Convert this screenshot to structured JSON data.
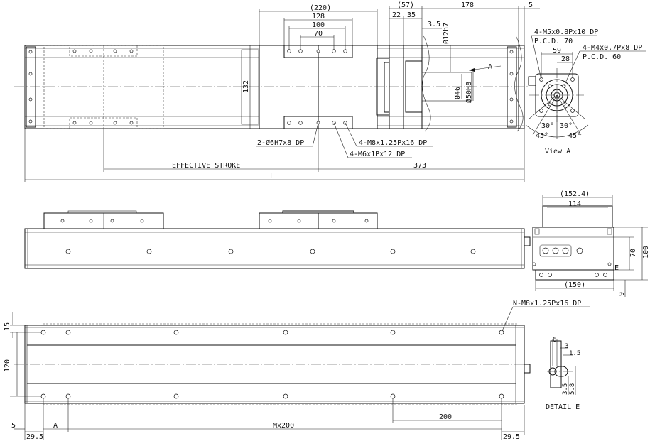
{
  "top_view": {
    "dim_220": "(220)",
    "dim_128": "128",
    "dim_100": "100",
    "dim_70": "70",
    "dim_57": "(57)",
    "dim_22": "22",
    "dim_35": "35",
    "dim_178": "178",
    "dim_5": "5",
    "dim_3_5": "3.5",
    "dim_12h7": "Ø12h7",
    "dim_46": "Ø46",
    "dim_50h8": "Ø50H8",
    "dim_132": "132",
    "arrow_a": "A",
    "note_pin": "2-Ø6H7x8 DP",
    "note_m8": "4-M8x1.25Px16 DP",
    "note_m6": "4-M6x1Px12 DP",
    "effective_stroke": "EFFECTIVE STROKE",
    "dim_373": "373",
    "dim_L": "L"
  },
  "view_a": {
    "note1": "4-M5x0.8Px10 DP",
    "note1b": "P.C.D. 70",
    "dim_59": "59",
    "dim_28": "28",
    "note2": "4-M4x0.7Px8 DP",
    "note2b": "P.C.D. 60",
    "ang_30a": "30°",
    "ang_30b": "30°",
    "ang_45a": "45°",
    "ang_45b": "45°",
    "caption": "View A"
  },
  "side_view": {
    "dim_152_4": "(152.4)",
    "dim_114": "114",
    "dim_150": "(150)",
    "dim_70": "70",
    "dim_100": "100",
    "dim_9": "9",
    "label_e": "E"
  },
  "bottom_view": {
    "note_n": "N-M8x1.25Px16 DP",
    "dim_15": "15",
    "dim_120": "120",
    "dim_200": "200",
    "dim_5": "5",
    "dim_a": "A",
    "dim_mx200": "Mx200",
    "dim_29_5_left": "29.5",
    "dim_29_5_right": "29.5"
  },
  "detail_e": {
    "dim_6": "6",
    "dim_3": "3",
    "dim_1_5": "1.5",
    "dim_3_5": "3.5",
    "dim_5_8": "5.8",
    "caption": "DETAIL E"
  }
}
